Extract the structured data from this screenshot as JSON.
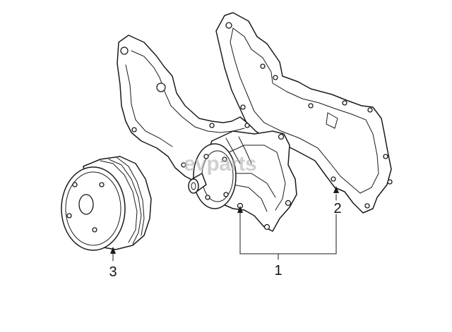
{
  "watermark": "evparts",
  "callouts": [
    {
      "id": "1",
      "label": "1"
    },
    {
      "id": "2",
      "label": "2"
    },
    {
      "id": "3",
      "label": "3"
    }
  ],
  "colors": {
    "line": "#1a1a1a",
    "background": "#ffffff",
    "watermark": "#b0b0b0"
  }
}
